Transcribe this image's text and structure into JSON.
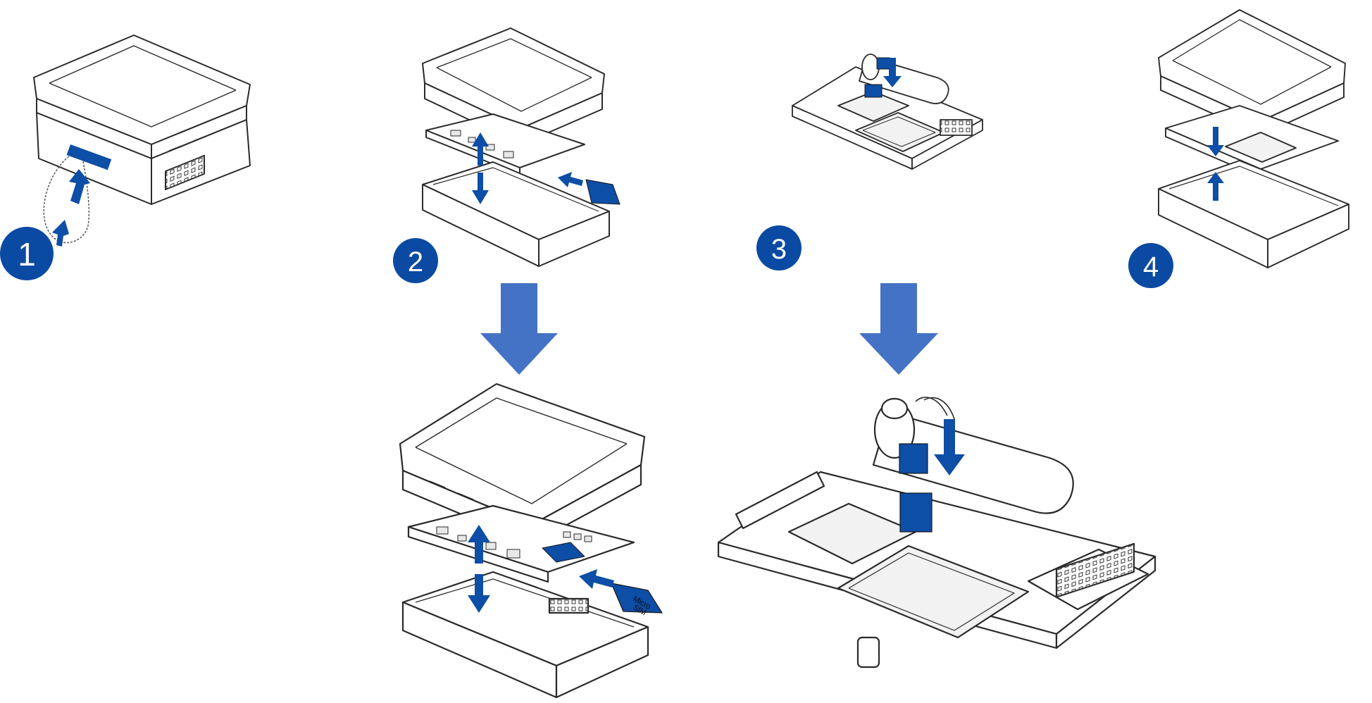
{
  "colors": {
    "badge": "#0b4aa2",
    "badge_text": "#ffffff",
    "arrow_small": "#0d4ea6",
    "arrow_big": "#4472c4",
    "line": "#2a2a2a",
    "part_fill": "#ffffff",
    "chip_fill": "#f2f2f2"
  },
  "steps": [
    {
      "number": "1"
    },
    {
      "number": "2"
    },
    {
      "number": "3"
    },
    {
      "number": "4"
    }
  ],
  "sim_card": {
    "label_top": "Micro",
    "label_bottom": "SIM"
  },
  "icons": {
    "down_arrow": "large-down-arrow-icon",
    "insert_arrow": "insert-arrow-icon"
  }
}
